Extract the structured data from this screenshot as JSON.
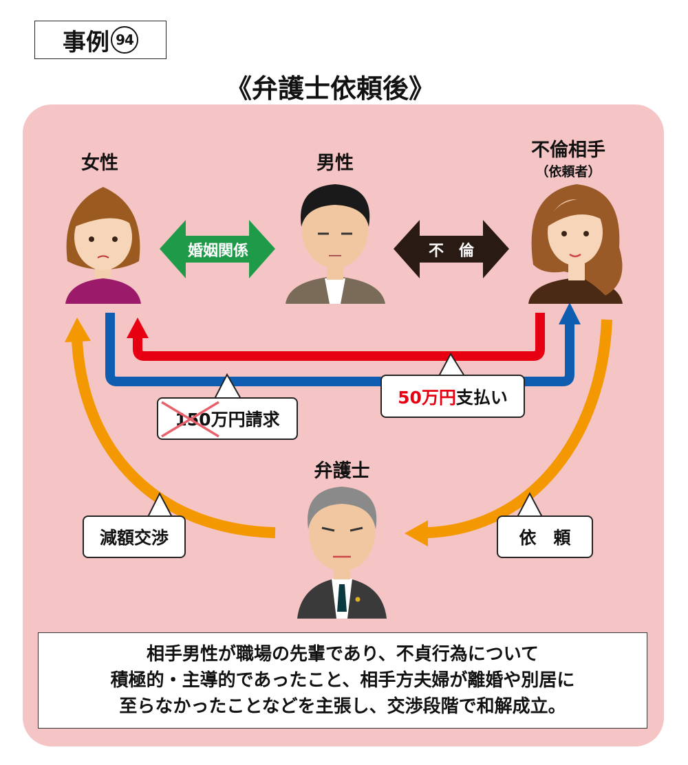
{
  "case_label": {
    "prefix": "事例",
    "number": "94"
  },
  "subtitle": "《弁護士依頼後》",
  "people": {
    "woman": "女性",
    "man": "男性",
    "affair_partner": "不倫相手",
    "affair_partner_note": "（依頼者）",
    "lawyer": "弁護士"
  },
  "arrows": {
    "marriage": "婚姻関係",
    "affair": "不　倫"
  },
  "callouts": {
    "claim_amount": "150万",
    "claim_suffix": "円請求",
    "payment_amount": "50万円",
    "payment_suffix": "支払い",
    "negotiation": "減額交渉",
    "request": "依　頼"
  },
  "summary": [
    "相手男性が職場の先輩であり、不貞行為について",
    "積極的・主導的であったこと、相手方夫婦が離婚や別居に",
    "至らなかったことなどを主張し、交渉段階で和解成立。"
  ],
  "colors": {
    "background": "#f5c4c4",
    "marriage": "#1f9a48",
    "affair": "#2a1a14",
    "red": "#e60012",
    "blue": "#0f5db0",
    "orange": "#f39800"
  }
}
